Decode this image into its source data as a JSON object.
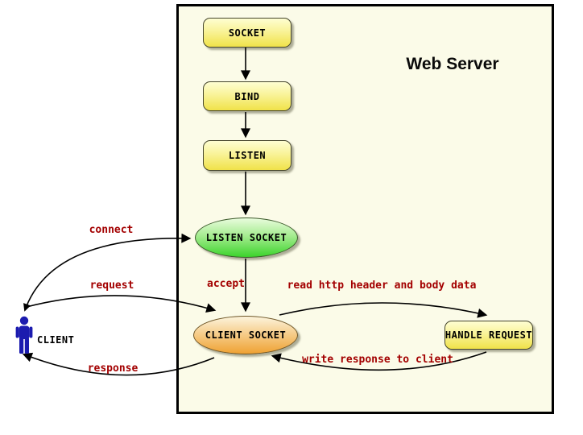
{
  "title": "Web Server",
  "nodes": {
    "socket": "SOCKET",
    "bind": "BIND",
    "listen": "LISTEN",
    "listen_socket": "LISTEN SOCKET",
    "client_socket": "CLIENT SOCKET",
    "handle_request": "HANDLE REQUEST",
    "client": "CLIENT"
  },
  "edge_labels": {
    "connect": "connect",
    "request": "request",
    "response": "response",
    "accept": "accept",
    "read": "read http header and body data",
    "write": "write response to client"
  },
  "flow": [
    {
      "from": "SOCKET",
      "to": "BIND",
      "label": ""
    },
    {
      "from": "BIND",
      "to": "LISTEN",
      "label": ""
    },
    {
      "from": "LISTEN",
      "to": "LISTEN SOCKET",
      "label": ""
    },
    {
      "from": "LISTEN SOCKET",
      "to": "CLIENT SOCKET",
      "label": "accept"
    },
    {
      "from": "CLIENT",
      "to": "LISTEN SOCKET",
      "label": "connect"
    },
    {
      "from": "CLIENT",
      "to": "CLIENT SOCKET",
      "label": "request"
    },
    {
      "from": "CLIENT SOCKET",
      "to": "CLIENT",
      "label": "response"
    },
    {
      "from": "CLIENT SOCKET",
      "to": "HANDLE REQUEST",
      "label": "read http header and body data"
    },
    {
      "from": "HANDLE REQUEST",
      "to": "CLIENT SOCKET",
      "label": "write response to client"
    }
  ],
  "colors": {
    "server_background": "#FBFBE8",
    "node_yellow": "#F0E24A",
    "node_green": "#3CD42C",
    "node_orange": "#EFA233",
    "edge_label_red": "#A30000",
    "client_blue": "#1B1BAF",
    "border_black": "#000000"
  }
}
